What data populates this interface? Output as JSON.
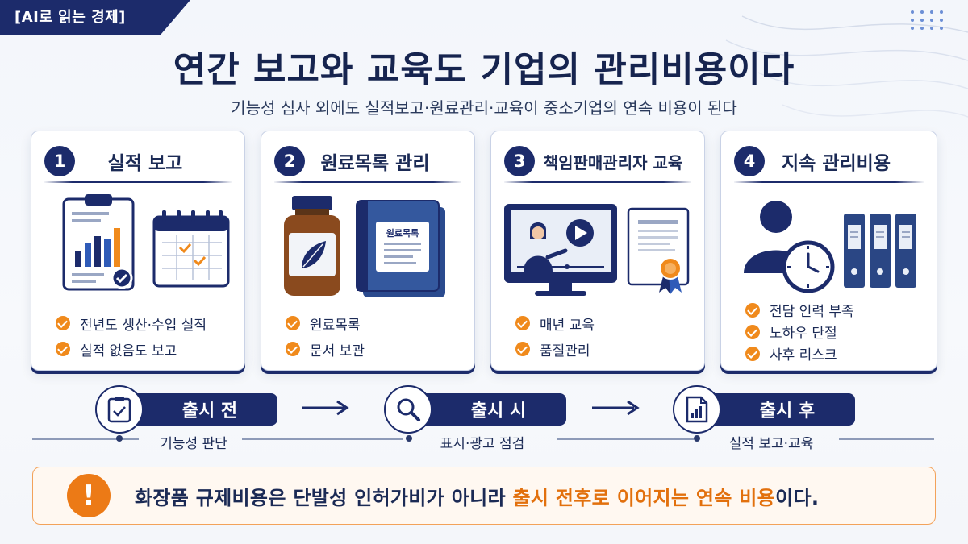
{
  "tag": "[AI로 읽는 경제]",
  "title": "연간 보고와 교육도 기업의 관리비용이다",
  "subtitle": "기능성 심사 외에도 실적보고·원료관리·교육이 중소기업의 연속 비용이 된다",
  "colors": {
    "navy": "#1c2b6b",
    "orange": "#f08a1c",
    "card_border": "#c9d2e6"
  },
  "cards": [
    {
      "num": "1",
      "title": "실적 보고",
      "icons": [
        "clipboard-chart-icon",
        "calendar-check-icon"
      ],
      "items": [
        "전년도 생산·수입 실적",
        "실적 없음도 보고"
      ]
    },
    {
      "num": "2",
      "title": "원료목록 관리",
      "book_label": "원료목록",
      "icons": [
        "bottle-leaf-icon",
        "binder-book-icon"
      ],
      "items": [
        "원료목록",
        "문서 보관"
      ]
    },
    {
      "num": "3",
      "title": "책임판매관리자 교육",
      "icons": [
        "monitor-video-icon",
        "certificate-icon"
      ],
      "items": [
        "매년 교육",
        "품질관리"
      ]
    },
    {
      "num": "4",
      "title": "지속 관리비용",
      "icons": [
        "person-clock-icon",
        "binders-icon"
      ],
      "items": [
        "전담 인력 부족",
        "노하우 단절",
        "사후 리스크"
      ]
    }
  ],
  "flow": [
    {
      "label": "출시 전",
      "caption": "기능성 판단",
      "icon": "clipboard-check-icon"
    },
    {
      "label": "출시 시",
      "caption": "표시·광고 점검",
      "icon": "magnifier-icon"
    },
    {
      "label": "출시 후",
      "caption": "실적 보고·교육",
      "icon": "report-chart-icon"
    }
  ],
  "banner": {
    "icon": "exclamation-icon",
    "mark": "!",
    "text_before": "화장품 규제비용은 단발성 인허가비가 아니라 ",
    "highlight": "출시 전후로 이어지는 연속 비용",
    "text_after": "이다."
  }
}
